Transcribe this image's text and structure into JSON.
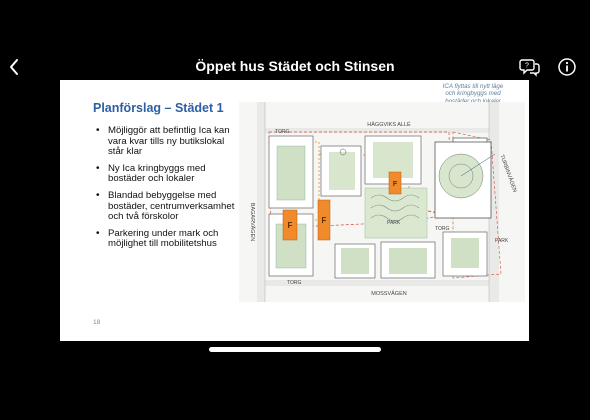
{
  "header": {
    "title": "Öppet hus Städet och Stinsen",
    "back_icon": "chevron-left-icon",
    "comments_icon": "speech-bubble-question-icon",
    "info_icon": "info-circle-icon"
  },
  "slide": {
    "title": "Planförslag – Städet 1",
    "bullets": [
      "Möjliggör att befintlig Ica kan vara kvar tills ny butikslokal står klar",
      "Ny Ica kringbyggs med bostäder och lokaler",
      "Blandad bebyggelse med bostäder, centrumverksamhet och två förskolor",
      "Parkering under mark och möjlighet till mobilitetshus"
    ],
    "slide_number": "18",
    "map": {
      "note": "ICA flyttas till nytt läge och kringbyggs med bostäder och lokaler",
      "street_top": "HÄGGVIKS ALLÉ",
      "street_left": "BAGARVÄGEN",
      "street_right": "TURBINVÄGEN",
      "street_bottom": "MOSSVÄGEN",
      "label_torg": "TORG",
      "label_park": "PARK",
      "label_f": "F"
    }
  },
  "colors": {
    "title_blue": "#2e5fa6",
    "preschool_orange": "#f08a2a",
    "boundary_red": "#d94b3a",
    "green": "#a9c99a"
  }
}
